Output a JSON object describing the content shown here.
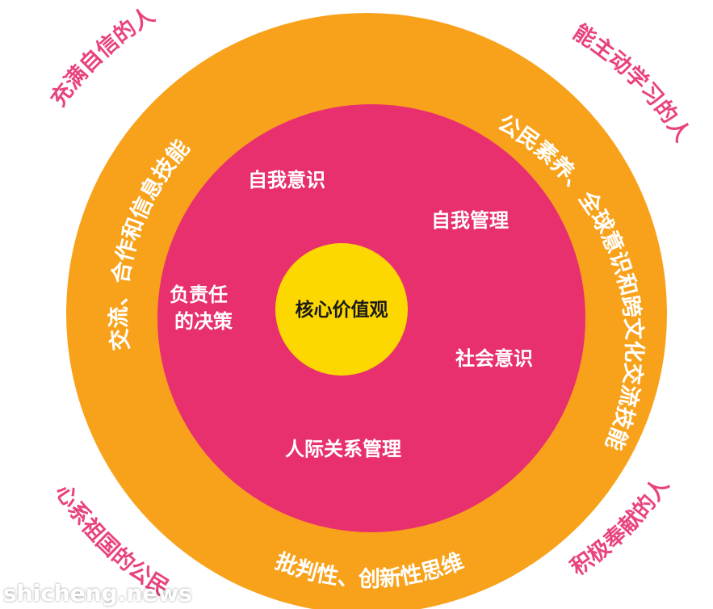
{
  "colors": {
    "outer_ring": "#f8a21c",
    "inner_circle": "#e8306f",
    "core": "#fdd800",
    "corner_text": "#e8437f"
  },
  "core": {
    "label": "核心价值观"
  },
  "inner_ring": {
    "self_awareness": "自我意识",
    "self_management": "自我管理",
    "responsible_decision_line1": "负责任",
    "responsible_decision_line2": "的决策",
    "social_awareness": "社会意识",
    "relationship_management": "人际关系管理"
  },
  "outer_ring": {
    "communication": "交流、合作和信息技能",
    "civic_literacy": "公民素养、全球意识和跨文化交流技能",
    "critical_thinking": "批判性、创新性思维"
  },
  "outcomes": {
    "confident_person": "充满自信的人",
    "self_directed_learner": "能主动学习的人",
    "concerned_citizen": "心系祖国的公民",
    "active_contributor": "积极奉献的人"
  },
  "watermark": "shicheng.news"
}
